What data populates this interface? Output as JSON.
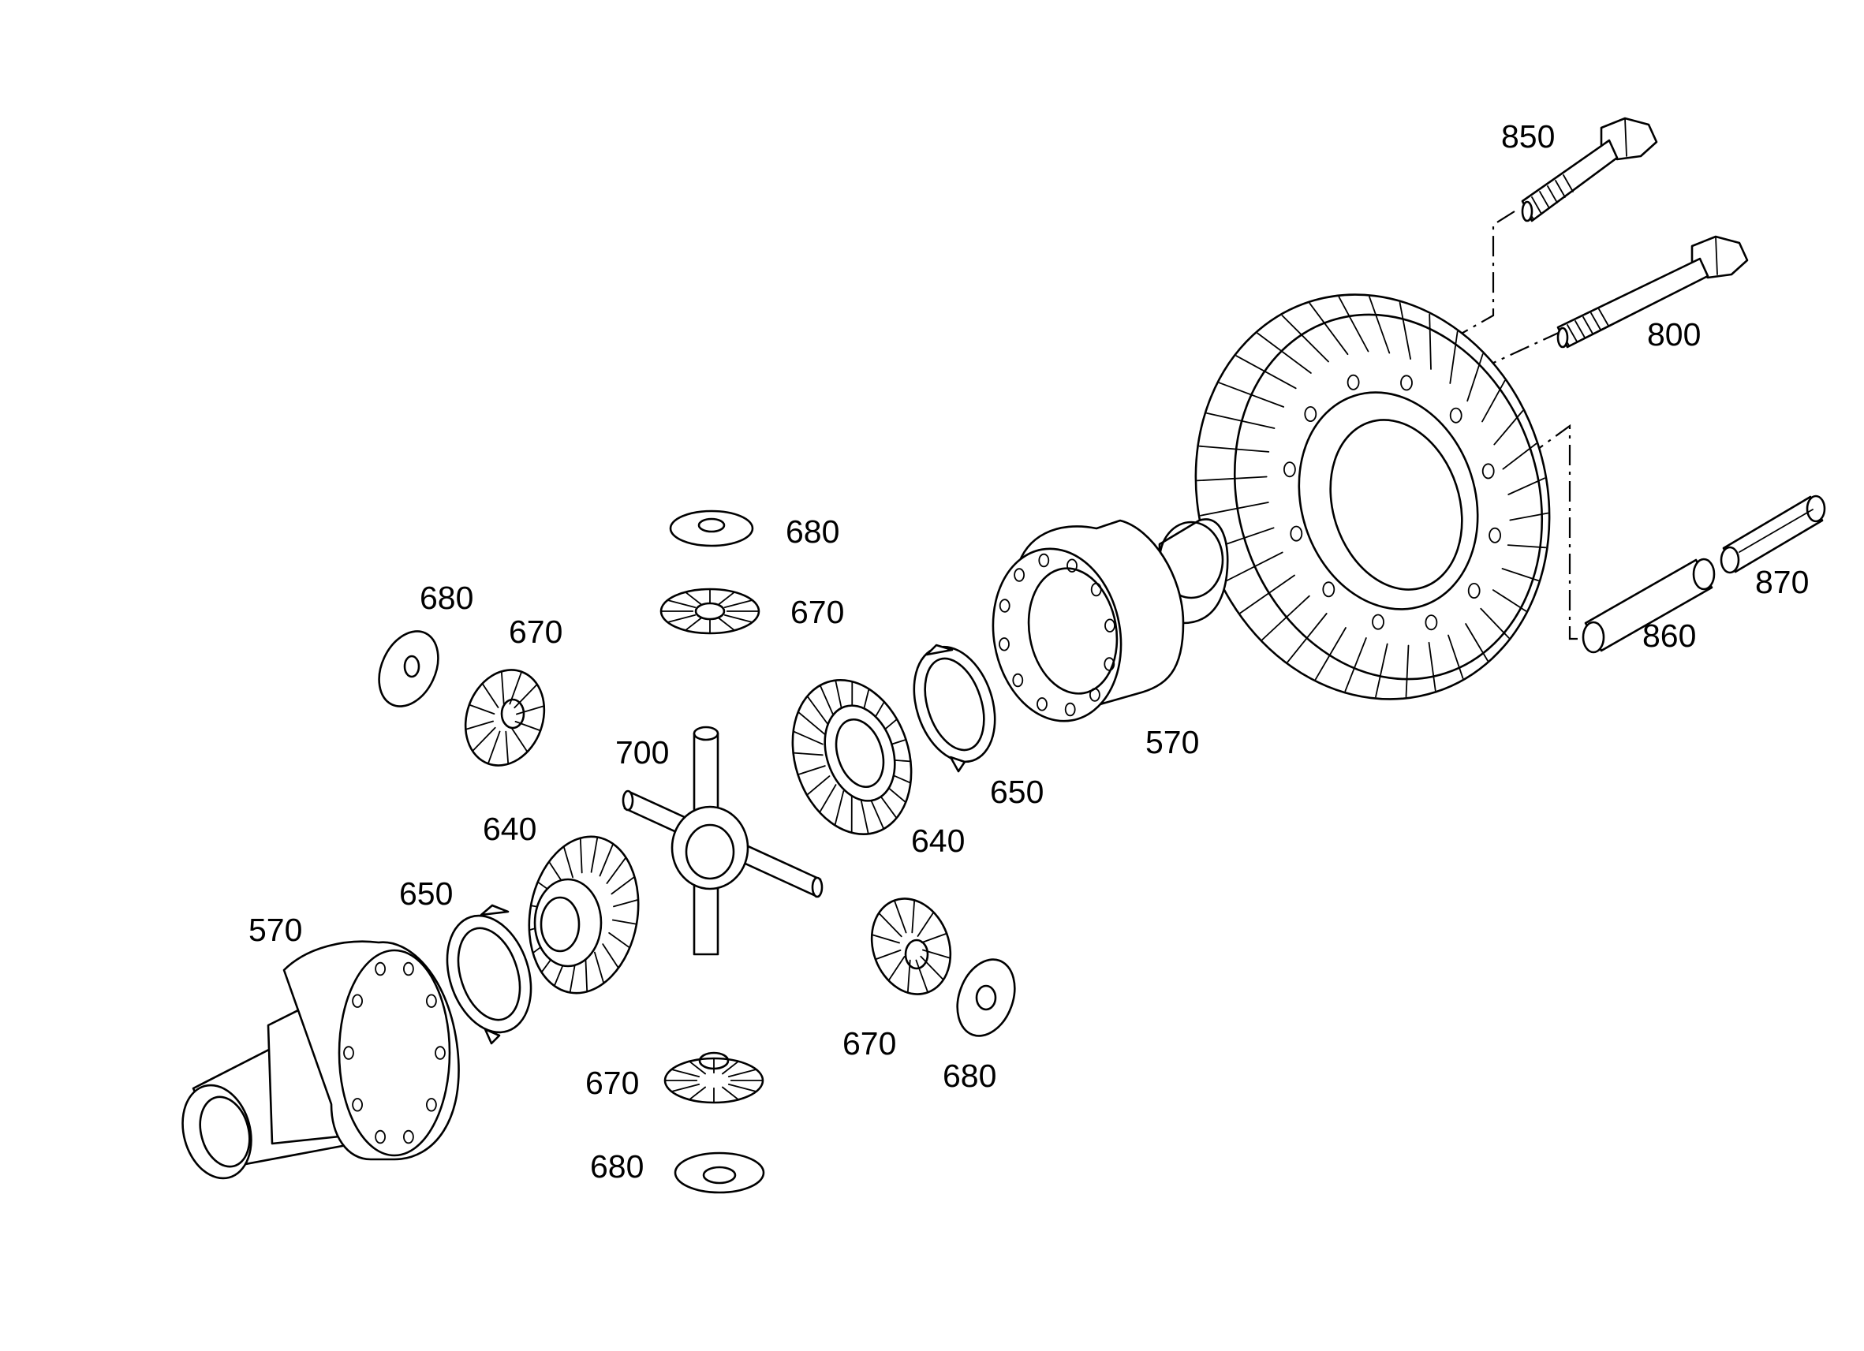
{
  "drawing": {
    "type": "exploded-parts-diagram",
    "callouts": [
      {
        "id": "c850",
        "label": "850"
      },
      {
        "id": "c800",
        "label": "800"
      },
      {
        "id": "c870",
        "label": "870"
      },
      {
        "id": "c860",
        "label": "860"
      },
      {
        "id": "c570a",
        "label": "570"
      },
      {
        "id": "c680a",
        "label": "680"
      },
      {
        "id": "c670a",
        "label": "670"
      },
      {
        "id": "c680b",
        "label": "680"
      },
      {
        "id": "c670b",
        "label": "670"
      },
      {
        "id": "c700",
        "label": "700"
      },
      {
        "id": "c650a",
        "label": "650"
      },
      {
        "id": "c640a",
        "label": "640"
      },
      {
        "id": "c640b",
        "label": "640"
      },
      {
        "id": "c650b",
        "label": "650"
      },
      {
        "id": "c570b",
        "label": "570"
      },
      {
        "id": "c670c",
        "label": "670"
      },
      {
        "id": "c680c",
        "label": "680"
      },
      {
        "id": "c670d",
        "label": "670"
      },
      {
        "id": "c680d",
        "label": "680"
      }
    ]
  },
  "parts": {
    "bolts": "hex-bolt-icon",
    "ring_gear": "bevel-ring-gear-icon",
    "pins": "roll-pin-icon",
    "differential_cage": "differential-housing-icon",
    "differential_cover": "differential-cover-icon",
    "spider": "cross-shaft-icon",
    "pinion_gears": "bevel-pinion-icon",
    "side_gears": "side-gear-icon",
    "thrust_washers": "thrust-washer-icon",
    "shims": "shim-ring-icon"
  },
  "colors": {
    "line": "#000000",
    "background": "#ffffff"
  }
}
